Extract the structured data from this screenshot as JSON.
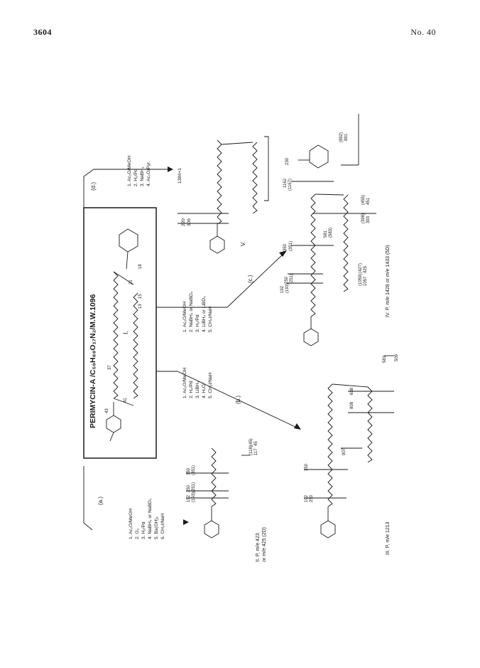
{
  "header": {
    "page_number": "3604",
    "issue": "No. 40"
  },
  "compound": {
    "title": "PERIMYCIN-A /C₅₉H₈₈O₁₇N₂/M.W.1096",
    "label": "I.",
    "atom_numbers": [
      "43",
      "41",
      "37",
      "21",
      "18",
      "15",
      "13"
    ]
  },
  "routes": {
    "a": {
      "tag": "(a.)",
      "steps": [
        "1. Ac₂O/MeOH",
        "2. O₃",
        "3. H₂/Pd",
        "4. NaBH₄ or NaBD₄",
        "5. Ba(OH)₂",
        "6. CH₃I/NaH"
      ]
    },
    "b": {
      "tag": "(b.)",
      "steps": [
        "1. Ac₂O/MeOH",
        "2. H₂/Pd",
        "3. LiBH₄",
        "4. H₃O⁺",
        "5. CH₃I/NaH"
      ]
    },
    "c": {
      "tag": "(c.)",
      "steps": [
        "1. Ac₂O/MeOH",
        "2. NaBH₄ or NaBD₄",
        "3. H₂/Pd",
        "4. LiBH₄ or LiBD₄",
        "5. CH₃I/NaH"
      ]
    },
    "d": {
      "tag": "(d.)",
      "steps": [
        "1. Ac₂O/MeOH",
        "2. H₂/Pd",
        "3. NaBH₄",
        "4. Ac₂O/Pyr."
      ]
    }
  },
  "products": {
    "II": {
      "caption": "II. P, m/e 423",
      "caption2": "or m/e 425 (2D)",
      "fragments": [
        "192",
        "250",
        "(193)",
        "(251)",
        "350",
        "(351)",
        "(118)",
        "(45)",
        "117",
        "45"
      ]
    },
    "III": {
      "caption": "III. P, m/e 1213",
      "fragments": [
        "192",
        "250",
        "350",
        "907",
        "808",
        "638",
        "581",
        "509"
      ]
    },
    "IV": {
      "caption": "IV. P, m/e 1428 or m/e 1433 (5D)",
      "fragments": [
        "192",
        "250",
        "(193)",
        "(251)",
        "350",
        "(351)",
        "(1059)",
        "1057",
        "(427)",
        "425",
        "581",
        "(583)",
        "(398)",
        "(455)",
        "393",
        "451",
        "1162",
        "(1167)",
        "(892)",
        "891",
        "230"
      ]
    },
    "V": {
      "label": "V.",
      "fragments": [
        "220",
        "306",
        "1384+1"
      ]
    }
  }
}
